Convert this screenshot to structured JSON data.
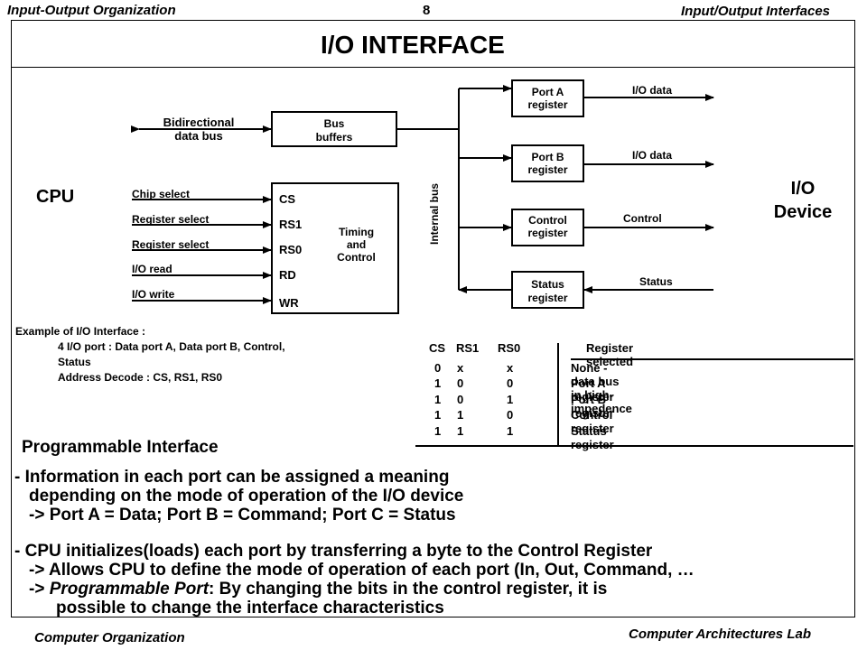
{
  "header": {
    "left": "Input-Output Organization",
    "page_number": "8",
    "right": "Input/Output Interfaces"
  },
  "footer": {
    "left": "Computer Organization",
    "right": "Computer Architectures Lab"
  },
  "title": "I/O  INTERFACE",
  "diagram": {
    "cpu_label": "CPU",
    "io_device_label": [
      "I/O",
      "Device"
    ],
    "bidirectional_label": [
      "Bidirectional",
      "data bus"
    ],
    "bus_buffers": [
      "Bus",
      "buffers"
    ],
    "cpu_signals": [
      "Chip select",
      "Register select",
      "Register select",
      "I/O read",
      "I/O write"
    ],
    "timing_pins": [
      "CS",
      "RS1",
      "RS0",
      "RD",
      "WR"
    ],
    "timing_label": [
      "Timing",
      "and",
      "Control"
    ],
    "internal_bus": "Internal bus",
    "registers": [
      {
        "name": [
          "Port A",
          "register"
        ],
        "signal": "I/O data"
      },
      {
        "name": [
          "Port B",
          "register"
        ],
        "signal": "I/O data"
      },
      {
        "name": [
          "Control",
          "register"
        ],
        "signal": "Control"
      },
      {
        "name": [
          "Status",
          "register"
        ],
        "signal": "Status"
      }
    ]
  },
  "example": {
    "heading": "Example of I/O Interface :",
    "line1": "4 I/O port : Data port A, Data port B, Control,",
    "line2": "Status",
    "line3": "Address Decode : CS, RS1, RS0"
  },
  "table": {
    "headers": [
      "CS",
      "RS1",
      "RS0",
      "Register selected"
    ],
    "rows": [
      [
        "0",
        "x",
        "x",
        "None - data bus in high-impedence"
      ],
      [
        "1",
        "0",
        "0",
        "Port A register"
      ],
      [
        "1",
        "0",
        "1",
        "Port B register"
      ],
      [
        "1",
        "1",
        "0",
        "Control register"
      ],
      [
        "1",
        "1",
        "1",
        "Status register"
      ]
    ]
  },
  "programmable": {
    "heading": "Programmable Interface",
    "lines": [
      "- Information in each port can be assigned a meaning",
      "depending on the mode of operation of the I/O device",
      "-> Port A = Data; Port B = Command;  Port C = Status",
      "- CPU initializes(loads) each port by transferring a byte to the Control Register",
      "-> Allows CPU to define the mode of operation of each port (In, Out, Command, …",
      "-> ",
      "Programmable Port",
      ": By changing the bits in the control register, it is",
      "possible to change the interface characteristics"
    ]
  }
}
